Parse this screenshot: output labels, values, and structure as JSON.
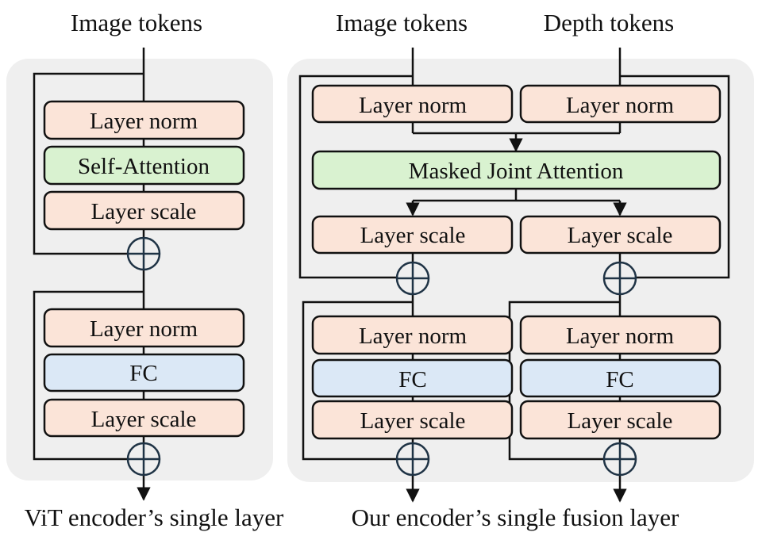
{
  "left": {
    "input_label": "Image tokens",
    "caption": "ViT encoder’s single layer",
    "blocks": {
      "ln1": "Layer norm",
      "attn": "Self-Attention",
      "ls1": "Layer scale",
      "ln2": "Layer norm",
      "fc": "FC",
      "ls2": "Layer scale"
    }
  },
  "right": {
    "input_image_label": "Image tokens",
    "input_depth_label": "Depth tokens",
    "caption": "Our encoder’s single fusion layer",
    "joint_attention": "Masked Joint Attention",
    "image_branch": {
      "ln1": "Layer norm",
      "ls1": "Layer scale",
      "ln2": "Layer norm",
      "fc": "FC",
      "ls2": "Layer scale"
    },
    "depth_branch": {
      "ln1": "Layer norm",
      "ls1": "Layer scale",
      "ln2": "Layer norm",
      "fc": "FC",
      "ls2": "Layer scale"
    }
  },
  "colors": {
    "panel_bg": "#efefef",
    "norm_fill": "#fbe4d8",
    "attention_fill": "#d9f2d0",
    "fc_fill": "#dbe8f6",
    "stroke": "#111111",
    "plus_stroke": "#1f3345"
  }
}
